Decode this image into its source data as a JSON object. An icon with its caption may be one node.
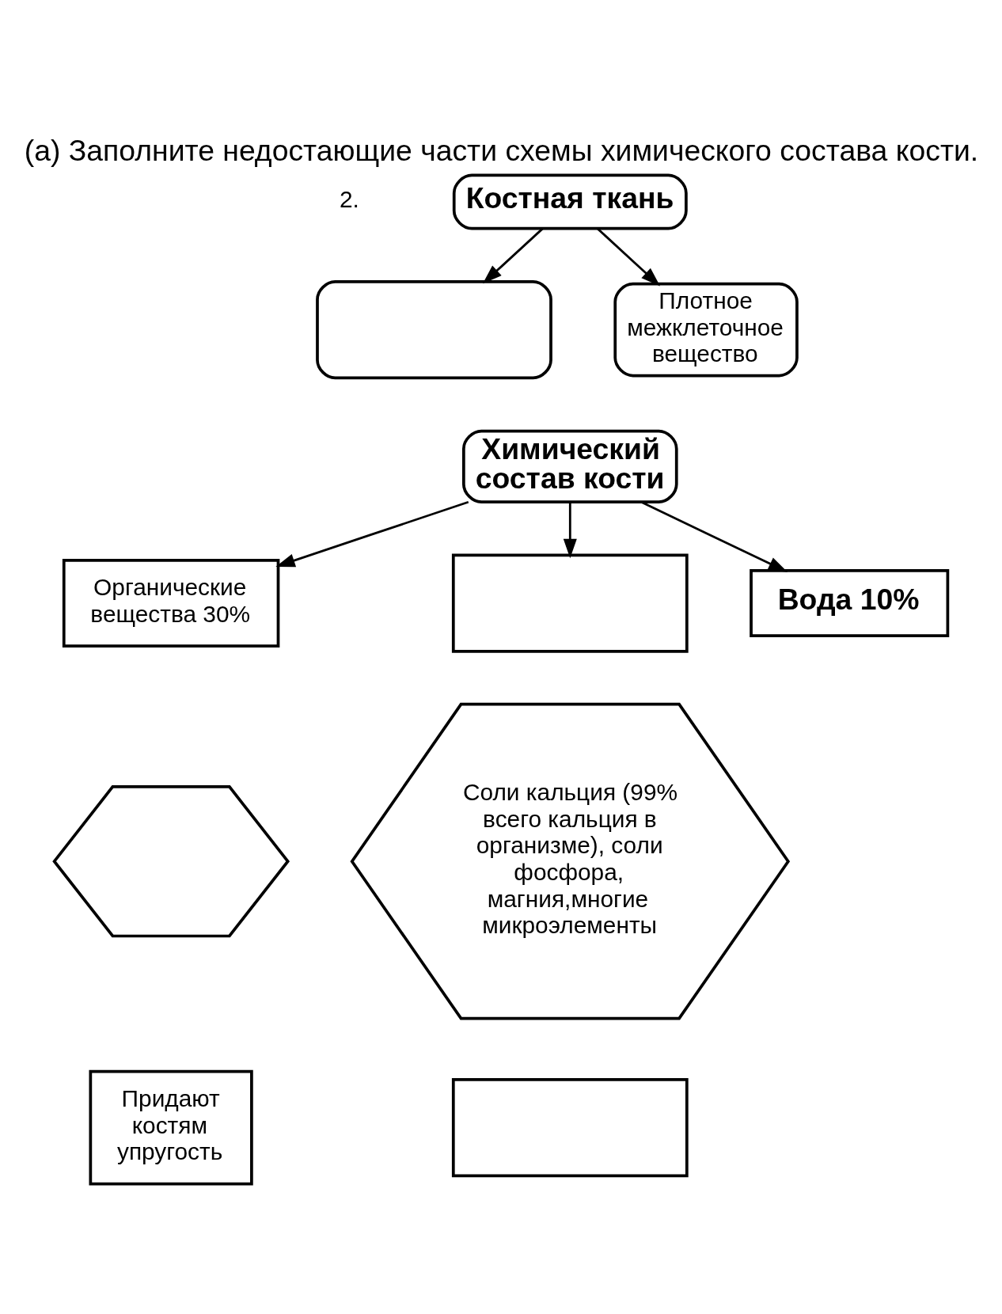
{
  "diagram": {
    "title": "(а) Заполните недостающие части схемы химического состава кости.",
    "nodes": [
      {
        "text": [
          "Костная ткань"
        ]
      },
      {
        "text": [],
        "shape": "box"
      },
      {
        "text": [
          "Плотное межклеточное вещество"
        ]
      },
      {
        "text": [
          "Химический состав кости"
        ]
      },
      {
        "text": [
          "Органические вещества 30%"
        ]
      },
      {
        "text": [],
        "shape": "hexagon"
      },
      {
        "text": [
          "Придают костям упругость"
        ]
      },
      {
        "text": [],
        "shape": "box"
      },
      {
        "text": [
          "Соли кальция (99% всего кальция в организме), соли фосфора, магния,многие микроэлементы"
        ]
      },
      {
        "text": [],
        "shape": "box"
      },
      {
        "text": [
          "Вода 10%"
        ]
      }
    ],
    "edges": [
      {
        "from": 0,
        "to": 1,
        "arrow": "to"
      },
      {
        "from": 0,
        "to": 2,
        "arrow": "to"
      },
      {
        "from": 3,
        "to": 4,
        "arrow": "to"
      },
      {
        "from": 3,
        "to": 7,
        "arrow": "to"
      },
      {
        "from": 3,
        "to": 10,
        "arrow": "to"
      }
    ],
    "labels": [
      "2."
    ]
  }
}
